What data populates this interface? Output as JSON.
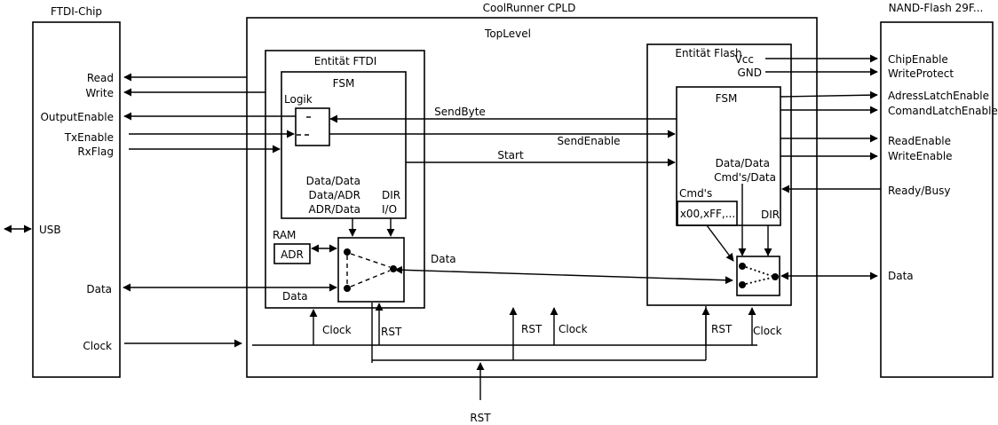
{
  "blocks": {
    "ftdi_chip": "FTDI-Chip",
    "cpld": "CoolRunner CPLD",
    "toplevel": "TopLevel",
    "nand_flash": "NAND-Flash 29F...",
    "entity_ftdi": "Entität FTDI",
    "entity_flash": "Entität Flash",
    "fsm_ftdi": "FSM",
    "fsm_flash": "FSM",
    "logik": "Logik",
    "ram": "RAM",
    "adr": "ADR",
    "cmds": "Cmd's",
    "cmds_values": "x00,xFF,..."
  },
  "ftdi_signals": {
    "read": "Read",
    "write": "Write",
    "output_enable": "OutputEnable",
    "tx_enable": "TxEnable",
    "rx_flag": "RxFlag",
    "usb": "USB",
    "data": "Data",
    "clock": "Clock"
  },
  "nand_signals": {
    "chip_enable": "ChipEnable",
    "write_protect": "WriteProtect",
    "adress_latch_enable": "AdressLatchEnable",
    "comand_latch_enable": "ComandLatchEnable",
    "read_enable": "ReadEnable",
    "write_enable": "WriteEnable",
    "ready_busy": "Ready/Busy",
    "data": "Data"
  },
  "flash_supply": {
    "vcc": "Vcc",
    "gnd": "GND"
  },
  "internal": {
    "send_byte": "SendByte",
    "send_enable": "SendEnable",
    "start": "Start",
    "ftdi_fsm_io_1": "Data/Data",
    "ftdi_fsm_io_2": "Data/ADR",
    "ftdi_fsm_io_3": "ADR/Data",
    "dir": "DIR",
    "io": "I/O",
    "flash_fsm_io_1": "Data/Data",
    "flash_fsm_io_2": "Cmd's/Data",
    "flash_dir": "DIR",
    "data_ftdi_mux": "Data",
    "data_between": "Data",
    "clock_1": "Clock",
    "rst_1": "RST",
    "rst_2": "RST",
    "clock_2": "Clock",
    "rst_3": "RST",
    "clock_3": "Clock",
    "rst_bottom": "RST"
  }
}
